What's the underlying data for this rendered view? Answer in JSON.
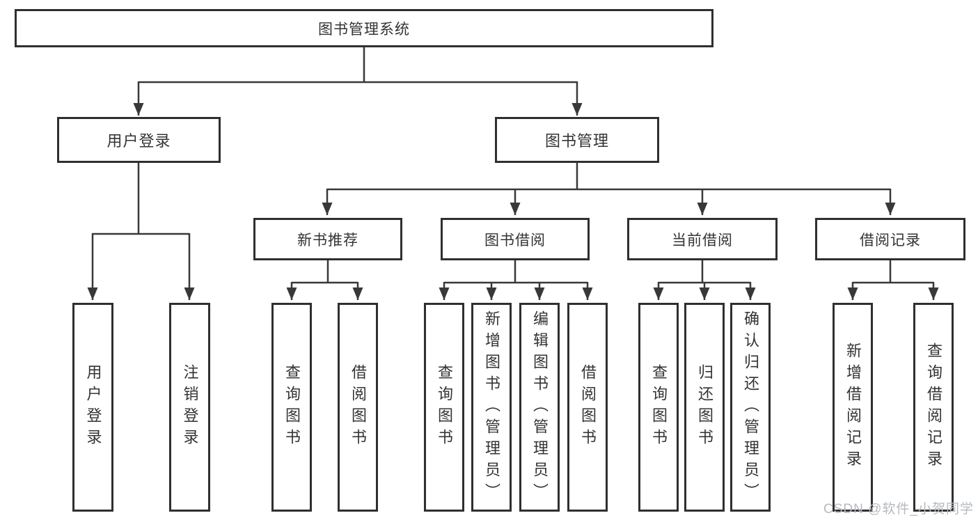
{
  "tree": {
    "root": {
      "label": "图书管理系统"
    },
    "level2": [
      {
        "label": "用户登录"
      },
      {
        "label": "图书管理"
      }
    ],
    "level3": [
      {
        "label": "新书推荐"
      },
      {
        "label": "图书借阅"
      },
      {
        "label": "当前借阅"
      },
      {
        "label": "借阅记录"
      }
    ],
    "leaves": {
      "user_login": [
        {
          "label": "用户登录"
        },
        {
          "label": "注销登录"
        }
      ],
      "new_books": [
        {
          "label": "查询图书"
        },
        {
          "label": "借阅图书"
        }
      ],
      "book_borrow": [
        {
          "label": "查询图书"
        },
        {
          "label": "新增图书（管理员）"
        },
        {
          "label": "编辑图书（管理员）"
        },
        {
          "label": "借阅图书"
        }
      ],
      "current_borrow": [
        {
          "label": "查询图书"
        },
        {
          "label": "归还图书"
        },
        {
          "label": "确认归还（管理员）"
        }
      ],
      "borrow_records": [
        {
          "label": "新增借阅记录"
        },
        {
          "label": "查询借阅记录"
        }
      ]
    }
  },
  "watermark": {
    "text": "CSDN @软件_小贺同学"
  },
  "colors": {
    "line": "#383838",
    "border": "#2f2f2f",
    "text": "#333333",
    "watermark": "#b5b9bf",
    "background": "#ffffff"
  }
}
